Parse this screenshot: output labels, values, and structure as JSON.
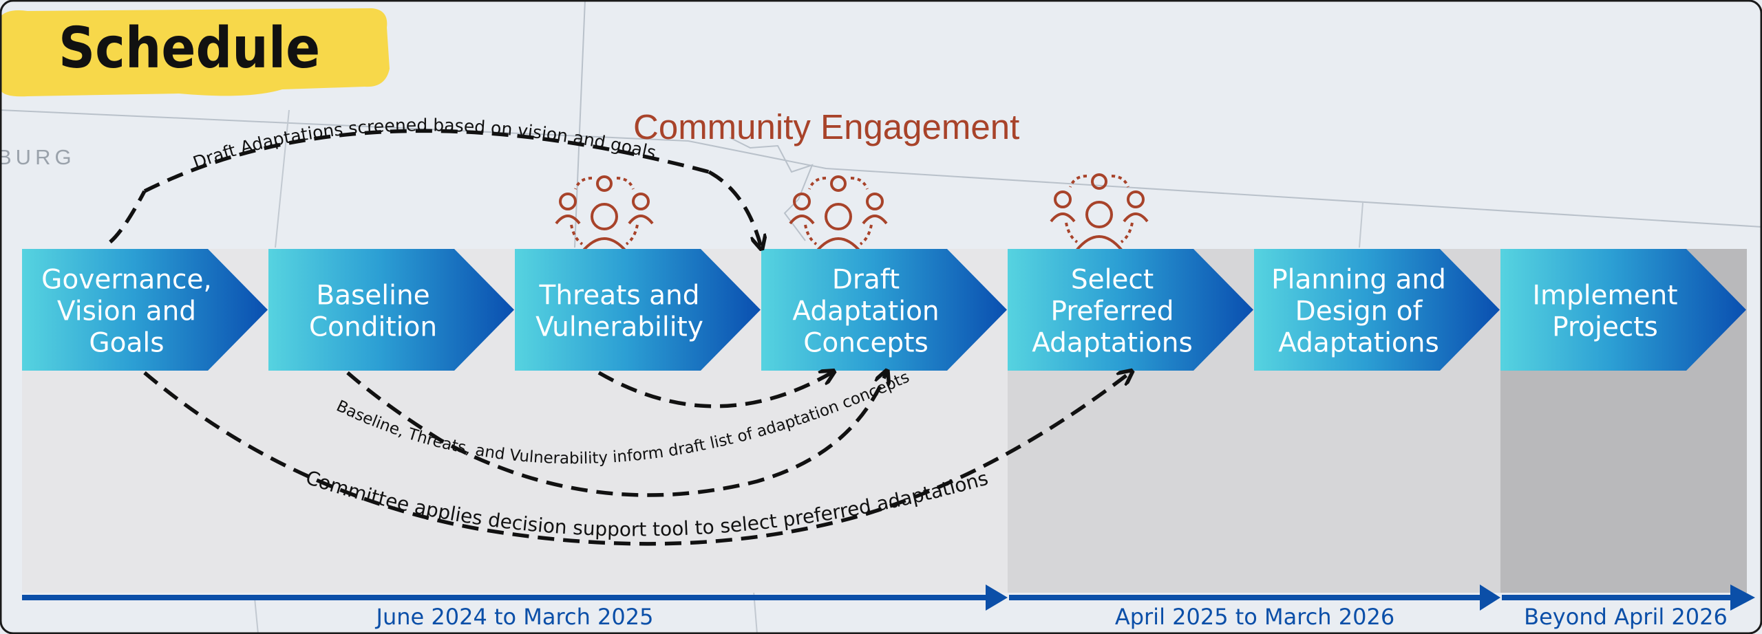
{
  "title": "Schedule",
  "map_label": "BURG",
  "engagement_label": "Community Engagement",
  "steps": [
    {
      "lines": [
        "Governance,",
        "Vision and",
        "Goals"
      ]
    },
    {
      "lines": [
        "Baseline",
        "Condition"
      ]
    },
    {
      "lines": [
        "Threats and",
        "Vulnerability"
      ]
    },
    {
      "lines": [
        "Draft",
        "Adaptation",
        "Concepts"
      ]
    },
    {
      "lines": [
        "Select",
        "Preferred",
        "Adaptations"
      ]
    },
    {
      "lines": [
        "Planning and",
        "Design of",
        "Adaptations"
      ]
    },
    {
      "lines": [
        "Implement",
        "Projects"
      ]
    }
  ],
  "annotations": {
    "top_arc": "Draft Adaptations screened based on vision and goals",
    "middle_arc": "Baseline, Threats, and Vulnerability inform draft list of adaptation concepts",
    "bottom_arc": "Committee applies decision support tool to select preferred adaptations"
  },
  "timeline": [
    {
      "label": "June 2024 to  March 2025"
    },
    {
      "label": "April 2025 to  March 2026"
    },
    {
      "label": "Beyond April 2026"
    }
  ],
  "colors": {
    "title_highlight": "#f7d84a",
    "engagement": "#a8432a",
    "step_light": "#56d3e0",
    "step_dark": "#0a4fb0",
    "timeline": "#0b4fa8",
    "phase1_bg": "#e6e6e8",
    "phase2_bg": "#d6d6d8",
    "phase3_bg": "#b9b9bb"
  }
}
